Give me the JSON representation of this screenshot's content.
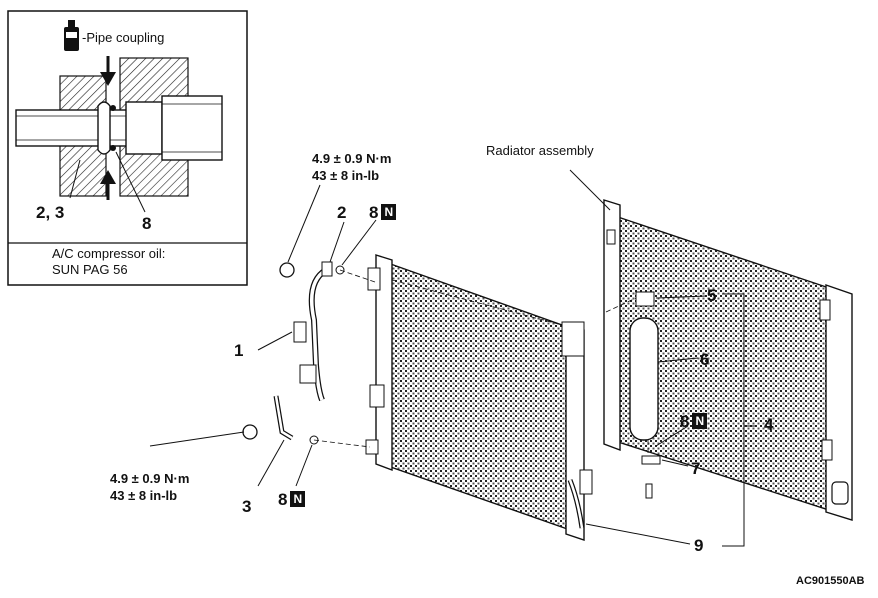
{
  "inset": {
    "legend_text": "-Pipe coupling",
    "part_label": "2, 3",
    "oring_label": "8",
    "oil_line1": "A/C compressor oil:",
    "oil_line2": "SUN PAG 56"
  },
  "torque_top": {
    "line1": "4.9 ± 0.9 N·m",
    "line2": "43 ± 8 in-lb"
  },
  "torque_bottom": {
    "line1": "4.9 ± 0.9 N·m",
    "line2": "43 ± 8 in-lb"
  },
  "radiator_label": "Radiator assembly",
  "callouts": {
    "c1": "1",
    "c2": "2",
    "c3": "3",
    "c4": "4",
    "c5": "5",
    "c6": "6",
    "c7": "7",
    "c8a": "8",
    "c8b": "8",
    "c8c": "8",
    "c9": "9"
  },
  "n_badge": "N",
  "figure_code": "AC901550AB"
}
